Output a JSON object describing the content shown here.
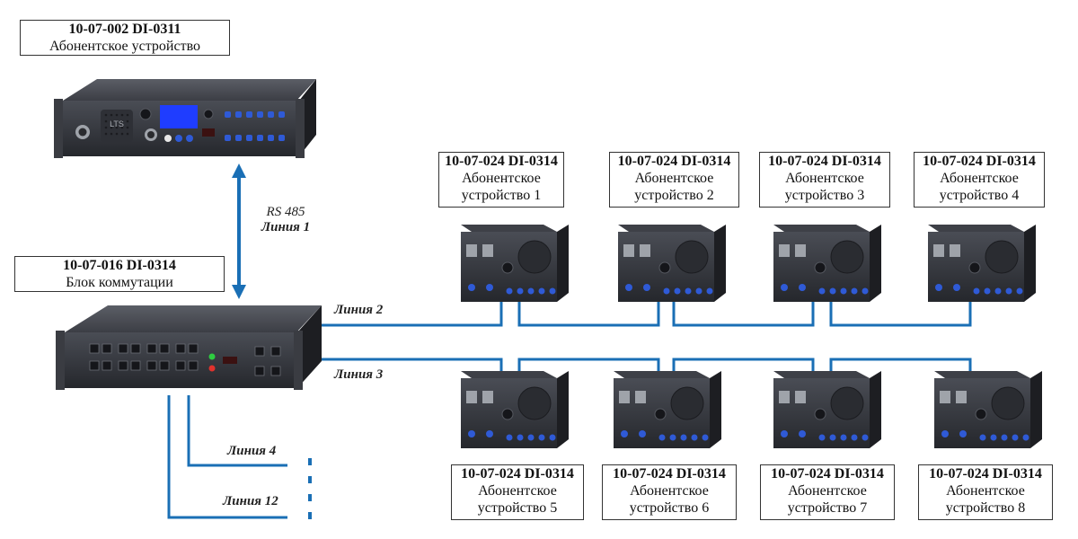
{
  "head_unit": {
    "code": "10-07-002 DI-0311",
    "desc": "Абонентское устройство",
    "brand": "LTS"
  },
  "switch_unit": {
    "code": "10-07-016 DI-0314",
    "desc": "Блок коммутации"
  },
  "link_rs": {
    "protocol": "RS 485",
    "line": "Линия 1"
  },
  "lines": {
    "line2": "Линия 2",
    "line3": "Линия 3",
    "line4": "Линия 4",
    "line12": "Линия 12"
  },
  "terminals_top": [
    {
      "code": "10-07-024 DI-0314",
      "desc1": "Абонентское",
      "desc2": "устройство 1"
    },
    {
      "code": "10-07-024 DI-0314",
      "desc1": "Абонентское",
      "desc2": "устройство 2"
    },
    {
      "code": "10-07-024 DI-0314",
      "desc1": "Абонентское",
      "desc2": "устройство 3"
    },
    {
      "code": "10-07-024 DI-0314",
      "desc1": "Абонентское",
      "desc2": "устройство 4"
    }
  ],
  "terminals_bottom": [
    {
      "code": "10-07-024 DI-0314",
      "desc1": "Абонентское",
      "desc2": "устройство 5"
    },
    {
      "code": "10-07-024 DI-0314",
      "desc1": "Абонентское",
      "desc2": "устройство 6"
    },
    {
      "code": "10-07-024 DI-0314",
      "desc1": "Абонентское",
      "desc2": "устройство 7"
    },
    {
      "code": "10-07-024 DI-0314",
      "desc1": "Абонентское",
      "desc2": "устройство 8"
    }
  ],
  "colors": {
    "link": "#1a6fb5",
    "device": "#2b2d33",
    "button": "#2f5ad6",
    "screen": "#1f3dff"
  }
}
